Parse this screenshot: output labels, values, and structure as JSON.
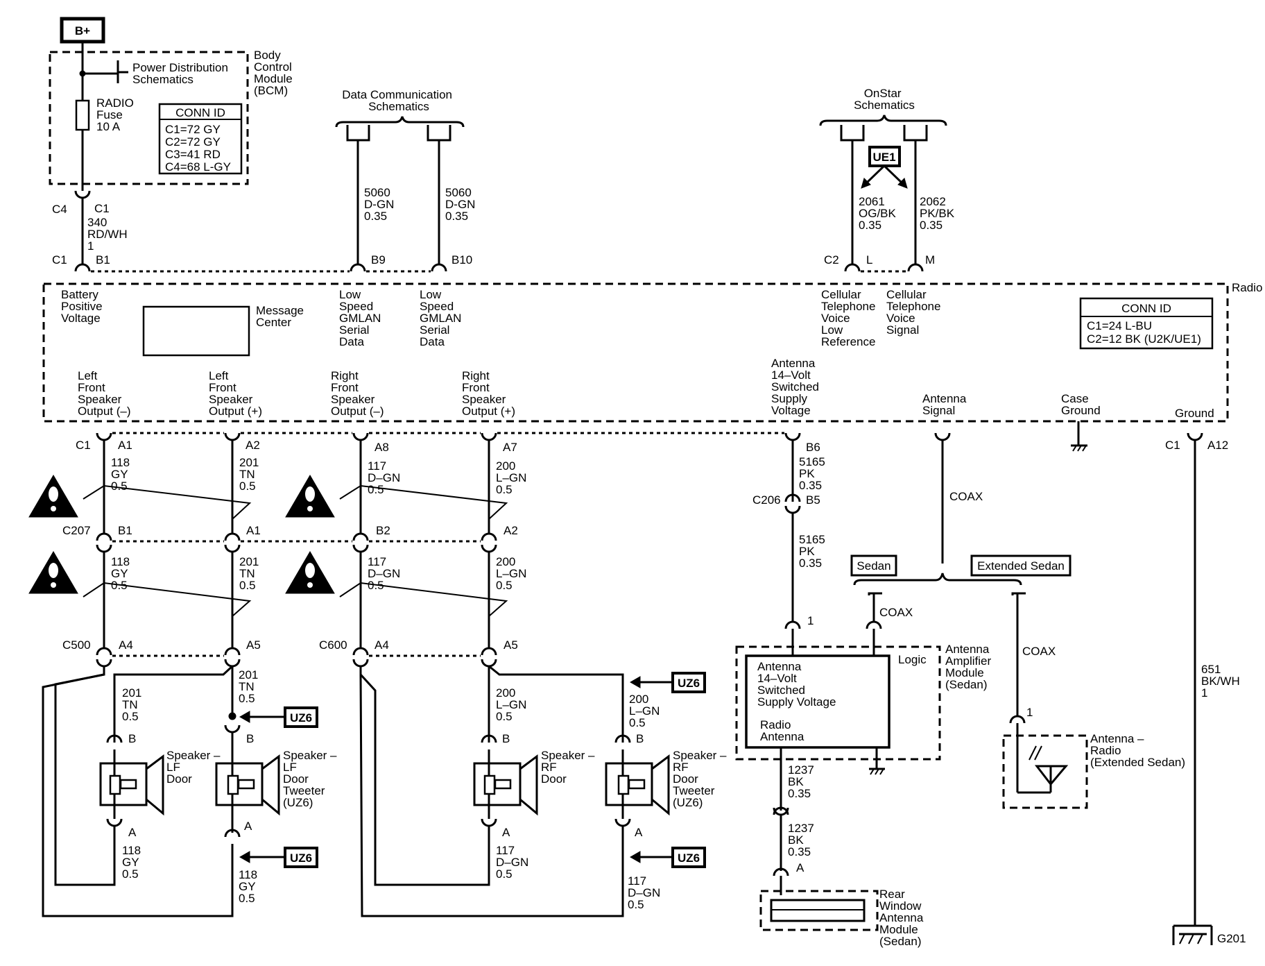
{
  "top": {
    "bplus": "B+",
    "bcm": [
      "Body",
      "Control",
      "Module",
      "(BCM)"
    ],
    "power_dist": [
      "Power Distribution",
      "Schematics"
    ],
    "fuse": [
      "RADIO",
      "Fuse",
      "10 A"
    ],
    "bcm_conn_title": "CONN ID",
    "bcm_conn": [
      "C1=72 GY",
      "C2=72 GY",
      "C3=41 RD",
      "C4=68 L-GY"
    ],
    "c4": "C4",
    "c1_bcm": "C1",
    "w340": [
      "340",
      "RD/WH",
      "1"
    ],
    "c1_radio": "C1",
    "b1": "B1",
    "data_comm": [
      "Data Communication",
      "Schematics"
    ],
    "w5060a": [
      "5060",
      "D-GN",
      "0.35"
    ],
    "w5060b": [
      "5060",
      "D-GN",
      "0.35"
    ],
    "b9": "B9",
    "b10": "B10",
    "onstar": [
      "OnStar",
      "Schematics"
    ],
    "ue1": "UE1",
    "w2061": [
      "2061",
      "OG/BK",
      "0.35"
    ],
    "w2062": [
      "2062",
      "PK/BK",
      "0.35"
    ],
    "c2": "C2",
    "pin_l": "L",
    "pin_m": "M"
  },
  "radio": {
    "name": "Radio",
    "batt": [
      "Battery",
      "Positive",
      "Voltage"
    ],
    "msg": [
      "Message",
      "Center"
    ],
    "lsgm1": [
      "Low",
      "Speed",
      "GMLAN",
      "Serial",
      "Data"
    ],
    "lsgm2": [
      "Low",
      "Speed",
      "GMLAN",
      "Serial",
      "Data"
    ],
    "cellref": [
      "Cellular",
      "Telephone",
      "Voice",
      "Low",
      "Reference"
    ],
    "cellsig": [
      "Cellular",
      "Telephone",
      "Voice",
      "Signal"
    ],
    "conn_title": "CONN ID",
    "conn": [
      "C1=24 L-BU",
      "C2=12 BK (U2K/UE1)"
    ],
    "lfm": [
      "Left",
      "Front",
      "Speaker",
      "Output (–)"
    ],
    "lfp": [
      "Left",
      "Front",
      "Speaker",
      "Output (+)"
    ],
    "rfm": [
      "Right",
      "Front",
      "Speaker",
      "Output (–)"
    ],
    "rfp": [
      "Right",
      "Front",
      "Speaker",
      "Output (+)"
    ],
    "ant14": [
      "Antenna",
      "14–Volt",
      "Switched",
      "Supply",
      "Voltage"
    ],
    "antsig": [
      "Antenna",
      "Signal"
    ],
    "case": [
      "Case",
      "Ground"
    ],
    "ground": "Ground"
  },
  "lower": {
    "c1a": "C1",
    "a1": "A1",
    "a2": "A2",
    "a8": "A8",
    "a7": "A7",
    "b6": "B6",
    "c1b": "C1",
    "a12": "A12",
    "w118a": [
      "118",
      "GY",
      "0.5"
    ],
    "w201a": [
      "201",
      "TN",
      "0.5"
    ],
    "w117a": [
      "117",
      "D–GN",
      "0.5"
    ],
    "w200a": [
      "200",
      "L–GN",
      "0.5"
    ],
    "w5165a": [
      "5165",
      "PK",
      "0.35"
    ],
    "c206": "C206",
    "b5": "B5",
    "w5165b": [
      "5165",
      "PK",
      "0.35"
    ],
    "coax1": "COAX",
    "c207": "C207",
    "b1b": "B1",
    "a1b": "A1",
    "b2": "B2",
    "a2b": "A2",
    "w118b": [
      "118",
      "GY",
      "0.5"
    ],
    "w201b": [
      "201",
      "TN",
      "0.5"
    ],
    "w117b": [
      "117",
      "D–GN",
      "0.5"
    ],
    "w200b": [
      "200",
      "L–GN",
      "0.5"
    ],
    "sedan": "Sedan",
    "ext_sedan": "Extended Sedan",
    "coax2": "COAX",
    "coax3": "COAX",
    "pin1a": "1",
    "pin1b": "1",
    "c500": "C500",
    "a4a": "A4",
    "a5a": "A5",
    "c600": "C600",
    "a4b": "A4",
    "a5b": "A5",
    "w201c": [
      "201",
      "TN",
      "0.5"
    ],
    "w201d": [
      "201",
      "TN",
      "0.5"
    ],
    "w200c": [
      "200",
      "L–GN",
      "0.5"
    ],
    "w200d": [
      "200",
      "L–GN",
      "0.5"
    ],
    "uz6": [
      "UZ6",
      "UZ6",
      "UZ6",
      "UZ6"
    ],
    "pinB": [
      "B",
      "B",
      "B",
      "B"
    ],
    "pinA": [
      "A",
      "A",
      "A",
      "A"
    ],
    "spk_lf": [
      "Speaker –",
      "LF",
      "Door"
    ],
    "spk_lft": [
      "Speaker –",
      "LF",
      "Door",
      "Tweeter",
      "(UZ6)"
    ],
    "spk_rf": [
      "Speaker –",
      "RF",
      "Door"
    ],
    "spk_rft": [
      "Speaker –",
      "RF",
      "Door",
      "Tweeter",
      "(UZ6)"
    ],
    "w118c": [
      "118",
      "GY",
      "0.5"
    ],
    "w118d": [
      "118",
      "GY",
      "0.5"
    ],
    "w117c": [
      "117",
      "D–GN",
      "0.5"
    ],
    "w117d": [
      "117",
      "D–GN",
      "0.5"
    ],
    "amp_inner": [
      "Antenna",
      "14–Volt",
      "Switched",
      "Supply Voltage"
    ],
    "amp_radio": [
      "Radio",
      "Antenna"
    ],
    "logic": "Logic",
    "amp_name": [
      "Antenna",
      "Amplifier",
      "Module",
      "(Sedan)"
    ],
    "ant_radio": [
      "Antenna –",
      "Radio",
      "(Extended Sedan)"
    ],
    "w1237a": [
      "1237",
      "BK",
      "0.35"
    ],
    "w1237b": [
      "1237",
      "BK",
      "0.35"
    ],
    "pinA_rw": "A",
    "rear": [
      "Rear",
      "Window",
      "Antenna",
      "Module",
      "(Sedan)"
    ],
    "w651": [
      "651",
      "BK/WH",
      "1"
    ],
    "g201": "G201"
  }
}
